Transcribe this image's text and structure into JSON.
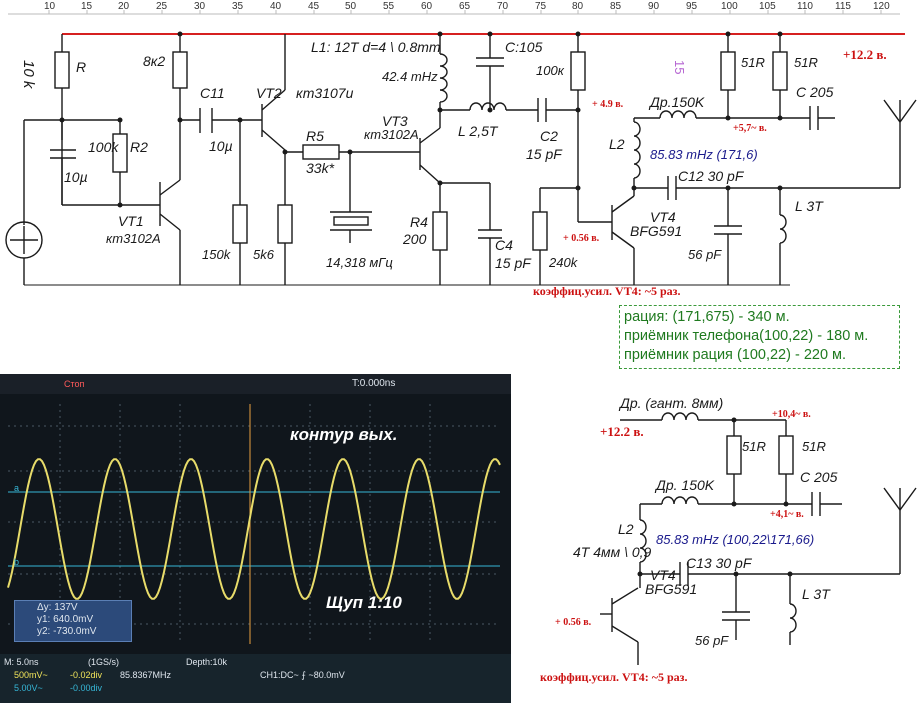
{
  "ruler": [
    "10",
    "15",
    "20",
    "25",
    "30",
    "35",
    "40",
    "45",
    "50",
    "55",
    "60",
    "65",
    "70",
    "75",
    "80",
    "85",
    "90",
    "95",
    "100",
    "105",
    "110",
    "115",
    "120"
  ],
  "schematic1": {
    "r_label": "R",
    "r_value": "10 k",
    "r_8k2": "8к2",
    "c11": "C11",
    "c11_value": "10µ",
    "vt2": "VT2",
    "vt2_type": "кт3107u",
    "l1_spec": "L1: 12T d=4 \\ 0.8mm",
    "l1_freq": "42.4 mHz",
    "c105": "C:105",
    "r_100k_top": "100к",
    "r_51r_a": "51R",
    "r_51r_b": "51R",
    "supply": "+12.2 в.",
    "mark15": "15",
    "v_4_9": "+ 4.9 в.",
    "dr150k": "Др.150K",
    "c205": "C 205",
    "v_5_7": "+5,7~ в.",
    "l2": "L2",
    "freq_l2": "85.83 mHz (171,6)",
    "c12": "C12 30 pF",
    "l_3t": "L  3T",
    "vt4": "VT4",
    "vt4_type": "BFG591",
    "v_0_56": "+ 0.56 в.",
    "c_56pf": "56 pF",
    "r_240k": "240k",
    "c4": "C4",
    "c4_value": "15 pF",
    "r4": "R4",
    "r4_value": "200",
    "crystal": "14,318 мГц",
    "r5": "R5",
    "r5_value": "33k*",
    "vt3": "VT3",
    "vt3_type": "кт3102А",
    "l_2_5t": "L  2,5T",
    "c2": "C2",
    "c2_value": "15 pF",
    "c_10u": "10µ",
    "r2": "R2",
    "r2_value": "100k",
    "vt1": "VT1",
    "vt1_type": "кт3102А",
    "r_150k": "150k",
    "r_5k6": "5k6",
    "gain": "коэффиц.усил. VT4: ~5 раз."
  },
  "notes": [
    "рация: (171,675) - 340 м.",
    "приёмник телефона(100,22) - 180 м.",
    "приёмник рация (100,22) - 220 м."
  ],
  "schematic2": {
    "dr_gant": "Др. (гант. 8мм)",
    "supply": "+12.2 в.",
    "v_10_4": "+10,4~ в.",
    "r_51r_a": "51R",
    "r_51r_b": "51R",
    "dr150k": "Др. 150K",
    "c205": "C 205",
    "v_4_1": "+4,1~ в.",
    "l2": "L2",
    "freq": "85.83 mHz (100,22\\171,66)",
    "coil_spec": "4T 4мм \\ 0,9",
    "c13": "C13 30 pF",
    "vt4": "VT4",
    "vt4_type": "BFG591",
    "l_3t": "L  3T",
    "v_0_56": "+ 0.56 в.",
    "c_56pf": "56 pF",
    "gain": "коэффиц.усил. VT4: ~5 раз."
  },
  "scope": {
    "mode": "Стоп",
    "trigger_time": "T:0.000ns",
    "caption": "контур вых.",
    "probe": "Щуп 1:10",
    "dy": "Δy: 137V",
    "y1": "y1: 640.0mV",
    "y2": "y2: -730.0mV",
    "timebase": "M: 5.0ns",
    "sample_rate": "(1GS/s)",
    "depth": "Depth:10k",
    "ch1_scale": "500mV~",
    "ch1_offset": "-0.02div",
    "frequency": "85.8367MHz",
    "trigger": "CH1:DC~ ⨍ ~80.0mV",
    "ch2_scale": "5.00V~",
    "ch2_offset": "-0.00div",
    "cursor_a": "a",
    "cursor_b": "b"
  },
  "colors": {
    "supply_rail": "#d62020",
    "wire": "#1a1a1a",
    "trace": "#e8dc6a",
    "note_text": "#1f7a1f",
    "red_text": "#cc1111",
    "blue_text": "#1a1a8c"
  }
}
